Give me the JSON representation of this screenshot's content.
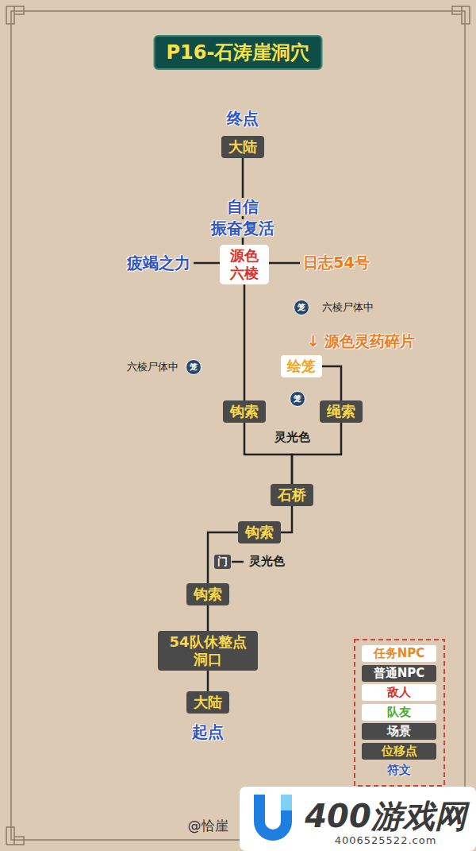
{
  "diagram": {
    "title": "P16-石涛崖洞穴",
    "nodes": [
      {
        "text": [
          "大陆"
        ]
      },
      {
        "text": [
          "源色 六棱"
        ]
      },
      {
        "text": [
          "笼"
        ]
      },
      {
        "text": [
          "绘笼"
        ]
      },
      {
        "text": [
          "笼"
        ]
      },
      {
        "text": [
          "笼"
        ]
      },
      {
        "text": [
          "钩索"
        ]
      },
      {
        "text": [
          "绳索"
        ]
      },
      {
        "text": [
          "石桥"
        ]
      },
      {
        "text": [
          "钩索"
        ]
      },
      {
        "text": [
          "门"
        ]
      },
      {
        "text": [
          "钩索"
        ]
      },
      {
        "text": [
          "54队休整点 洞口"
        ]
      },
      {
        "text": [
          "大陆"
        ]
      }
    ],
    "edges": [
      {
        "from": 1,
        "to": 0,
        "arrow": "none"
      },
      {
        "from": 6,
        "to": 1,
        "arrow": "none"
      },
      {
        "from": 3,
        "to": 7,
        "arrow": "none"
      },
      {
        "from": 6,
        "to": 8,
        "arrow": "none"
      },
      {
        "from": 7,
        "to": 8,
        "arrow": "none"
      },
      {
        "from": 8,
        "to": 9,
        "arrow": "none"
      },
      {
        "from": 9,
        "to": 11,
        "arrow": "none"
      },
      {
        "from": 11,
        "to": 12,
        "arrow": "none"
      },
      {
        "from": 12,
        "to": 13,
        "arrow": "none"
      }
    ],
    "labels": [
      "终点",
      "自信",
      "振奋复活",
      "疲竭之力",
      "日志54号",
      "六棱尸体中",
      "↓ 源色灵药碎片",
      "六棱尸体中",
      "灵光色",
      "灵光色",
      "起点",
      "@恰崖",
      "400游戏网",
      "4006525522.com"
    ],
    "legend": [
      {
        "text": "任务NPC",
        "color": "#ffffff"
      },
      {
        "text": "普通NPC",
        "color": "#4a4a4a"
      },
      {
        "text": "敌人",
        "color": "#ffffff"
      },
      {
        "text": "队友",
        "color": "#ffffff"
      },
      {
        "text": "场景",
        "color": "#4a4a4a"
      },
      {
        "text": "位移点",
        "color": "#4a4a4a"
      },
      {
        "text": "符文"
      }
    ]
  }
}
